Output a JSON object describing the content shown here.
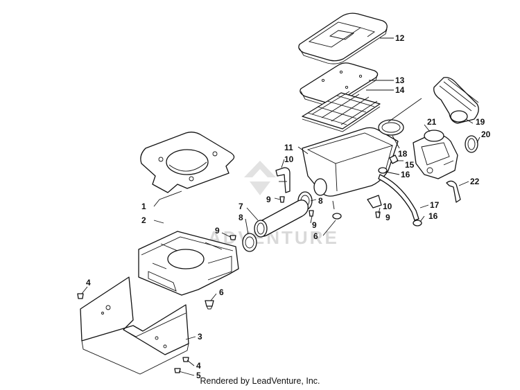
{
  "watermark": {
    "text": "ADVENTURE",
    "color": "#d9d9d9"
  },
  "footer": {
    "credit": "Rendered by LeadVenture, Inc."
  },
  "callouts": {
    "c1": "1",
    "c2": "2",
    "c3": "3",
    "c4a": "4",
    "c4b": "4",
    "c5": "5",
    "c6a": "6",
    "c6b": "6",
    "c7": "7",
    "c8a": "8",
    "c8b": "8",
    "c9a": "9",
    "c9b": "9",
    "c9c": "9",
    "c9d": "9",
    "c10a": "10",
    "c10b": "10",
    "c11": "11",
    "c12": "12",
    "c13": "13",
    "c14": "14",
    "c15": "15",
    "c16a": "16",
    "c16b": "16",
    "c17": "17",
    "c18": "18",
    "c19": "19",
    "c20": "20",
    "c21": "21",
    "c22": "22"
  }
}
